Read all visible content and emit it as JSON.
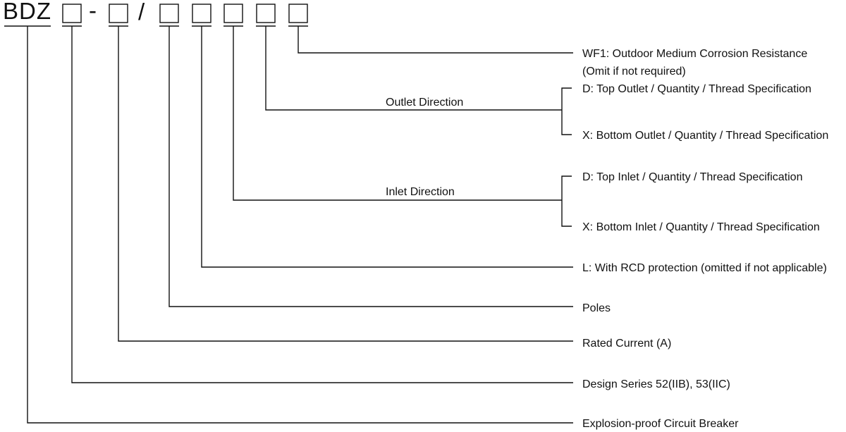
{
  "model_code": {
    "prefix": "BDZ",
    "separator_dash": "-",
    "separator_slash": "/"
  },
  "labels": {
    "corrosion": "WF1: Outdoor Medium Corrosion Resistance",
    "corrosion_note": "(Omit if not required)",
    "outlet_direction": "Outlet Direction",
    "outlet_top": "D: Top Outlet / Quantity / Thread Specification",
    "outlet_bottom": "X: Bottom Outlet / Quantity / Thread Specification",
    "inlet_direction": "Inlet Direction",
    "inlet_top": "D: Top Inlet / Quantity / Thread Specification",
    "inlet_bottom": "X: Bottom Inlet / Quantity / Thread Specification",
    "rcd": "L: With RCD protection (omitted if not applicable)",
    "poles": "Poles",
    "rated_current": "Rated Current (A)",
    "design_series": "Design Series 52(IIB), 53(IIC)",
    "product": "Explosion-proof Circuit Breaker"
  }
}
